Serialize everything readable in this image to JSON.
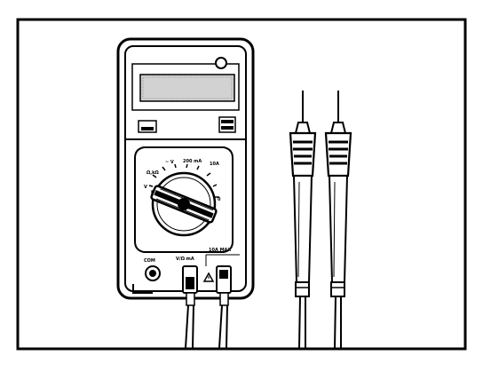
{
  "figure": {
    "kind": "line-drawing",
    "subject": "digital multimeter with two test probes",
    "colors": {
      "ink": "#000000",
      "paper": "#ffffff",
      "display_fill": "#cfcfcf"
    }
  },
  "meter": {
    "dial_labels": {
      "ohm": "Ω,kΩ",
      "dcv": "V",
      "acv": "~ V",
      "ma": "200 mA",
      "a": "10A",
      "off": "0"
    },
    "jack_labels": {
      "com": "COM",
      "volt_ohm": "V/Ω mA",
      "ten_a": "10A MAX"
    },
    "icons": [
      "power-button-icon",
      "hold-switch-icon",
      "range-switch-icon",
      "warning-triangle-icon"
    ]
  }
}
